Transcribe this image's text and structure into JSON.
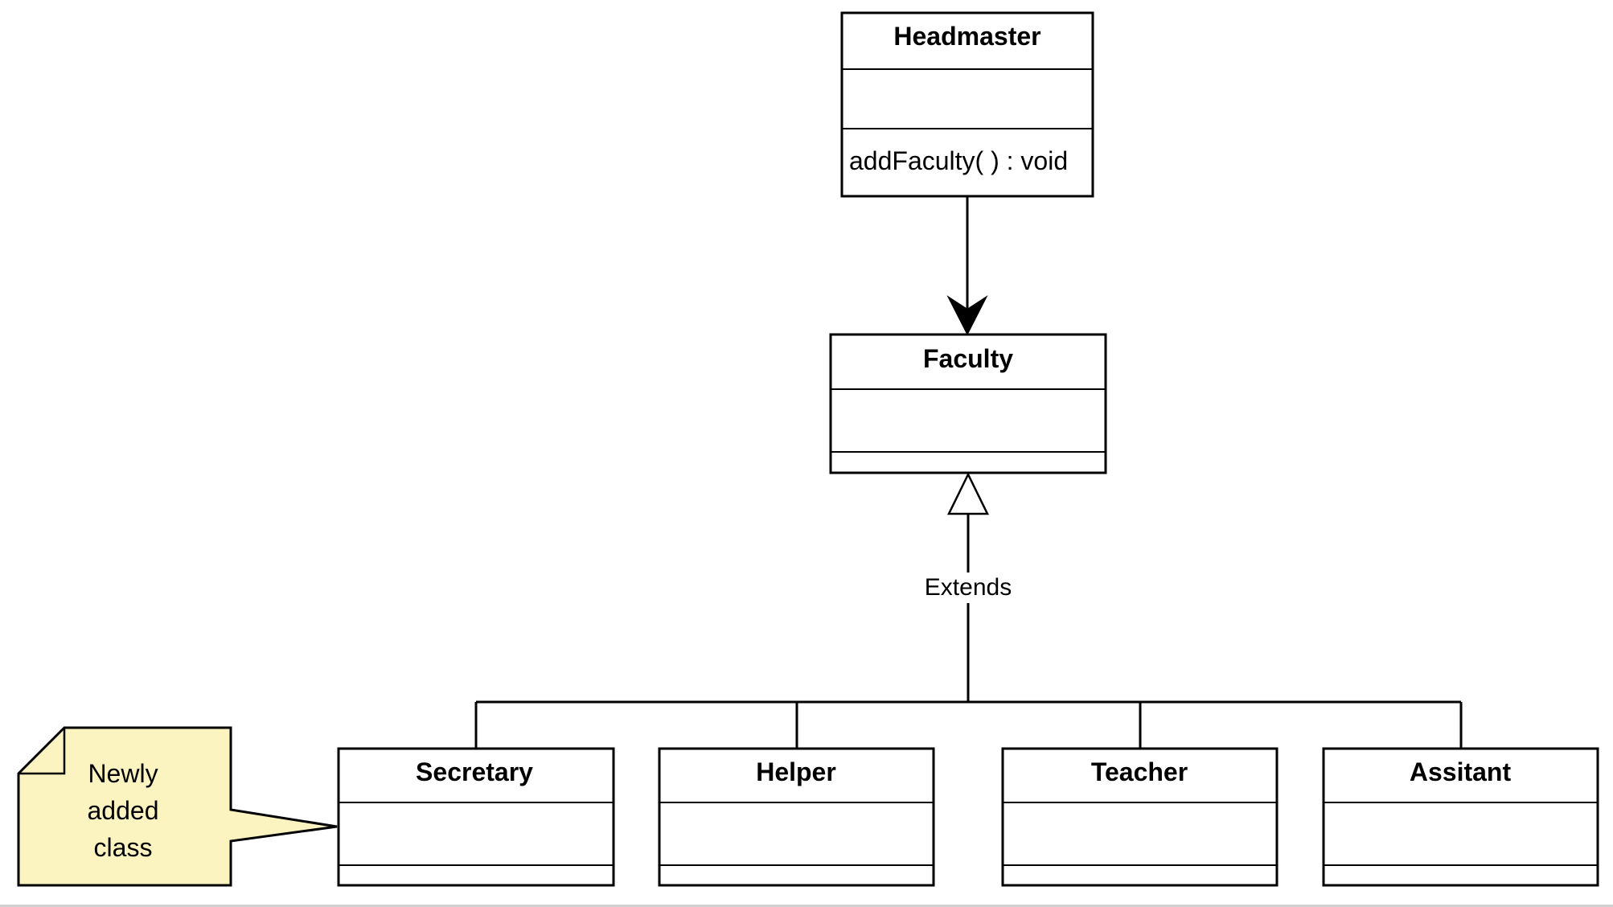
{
  "diagram": {
    "classes": {
      "headmaster": {
        "name": "Headmaster",
        "methods": "addFaculty( ) : void"
      },
      "faculty": {
        "name": "Faculty"
      },
      "secretary": {
        "name": "Secretary"
      },
      "helper": {
        "name": "Helper"
      },
      "teacher": {
        "name": "Teacher"
      },
      "assistant": {
        "name": "Assitant"
      }
    },
    "relations": {
      "extends_label": "Extends"
    },
    "note": {
      "lines": [
        "Newly",
        "added",
        "class"
      ]
    },
    "colors": {
      "stroke": "#000000",
      "fill": "#ffffff",
      "note_fill": "#fbf3c0"
    }
  }
}
